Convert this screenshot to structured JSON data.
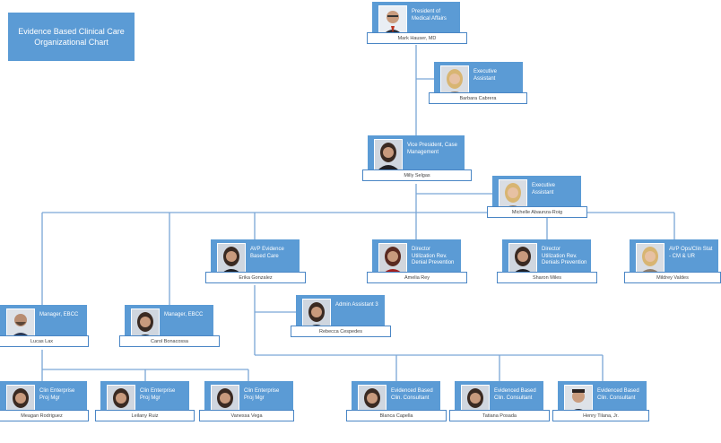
{
  "title": {
    "line1": "Evidence Based Clinical Care",
    "line2": "Organizational Chart"
  },
  "nodes": [
    {
      "id": "hauser",
      "name": "Mark Hauser, MD",
      "role1": "President of",
      "role2": "Medical Affairs",
      "photo": "man-suit-glasses"
    },
    {
      "id": "cabrera",
      "name": "Barbara Cabrera",
      "role1": "Executive",
      "role2": "Assistant",
      "photo": "woman-blonde"
    },
    {
      "id": "selgas",
      "name": "Milly Selgas",
      "role1": "Vice President, Case",
      "role2": "Management",
      "photo": "woman-dark"
    },
    {
      "id": "abaunza",
      "name": "Michelle Abaunza-Roig",
      "role1": "Executive",
      "role2": "Assistant",
      "photo": "woman-blonde"
    },
    {
      "id": "gonzalez",
      "name": "Erika Gonzalez",
      "role1": "AVP Evidence",
      "role2": "Based Care",
      "photo": "woman-dark"
    },
    {
      "id": "rey",
      "name": "Amelia Rey",
      "role1": "Director",
      "role2": "Utilization Rev.",
      "role3": "Denial Prevention",
      "photo": "woman-red"
    },
    {
      "id": "miles",
      "name": "Sharon Miles",
      "role1": "Director",
      "role2": "Utilization Rev.",
      "role3": "Denials Prevention",
      "photo": "woman-dark"
    },
    {
      "id": "valdes",
      "name": "Mildrey Valdes",
      "role1": "AVP Ops/Clin Stat",
      "role2": "- CM & UR",
      "photo": "woman-blonde"
    },
    {
      "id": "lax",
      "name": "Lucas Lax",
      "role1": "Manager, EBCC",
      "photo": "man-bald"
    },
    {
      "id": "bonacossa",
      "name": "Carol Bonacossa",
      "role1": "Manager, EBCC",
      "photo": "woman-dark"
    },
    {
      "id": "cespedes",
      "name": "Rebecca Cespedes",
      "role1": "Admin Assistant 3",
      "photo": "woman-dark"
    },
    {
      "id": "rodriguez",
      "name": "Meagan Rodriguez",
      "role1": "Clin Enterprise",
      "role2": "Proj Mgr",
      "photo": "woman-dark"
    },
    {
      "id": "ruiz",
      "name": "Leilany Ruiz",
      "role1": "Clin Enterprise",
      "role2": "Proj Mgr",
      "photo": "woman-dark"
    },
    {
      "id": "vega",
      "name": "Vanessa Vega",
      "role1": "Clin Enterprise",
      "role2": "Proj Mgr",
      "photo": "woman-dark"
    },
    {
      "id": "capella",
      "name": "Blanca Capella",
      "role1": "Evidenced Based",
      "role2": "Clin. Consultant",
      "photo": "woman-dark"
    },
    {
      "id": "posada",
      "name": "Tatiana Posada",
      "role1": "Evidenced Based",
      "role2": "Clin. Consultant",
      "photo": "woman-dark"
    },
    {
      "id": "tilana",
      "name": "Henry Tilana, Jr.",
      "role1": "Evidenced Based",
      "role2": "Clin. Consultant",
      "photo": "man-dark"
    }
  ],
  "colors": {
    "card": "#5b9bd5",
    "line": "#7aa6d6",
    "namebar_border": "#4a86c5"
  }
}
